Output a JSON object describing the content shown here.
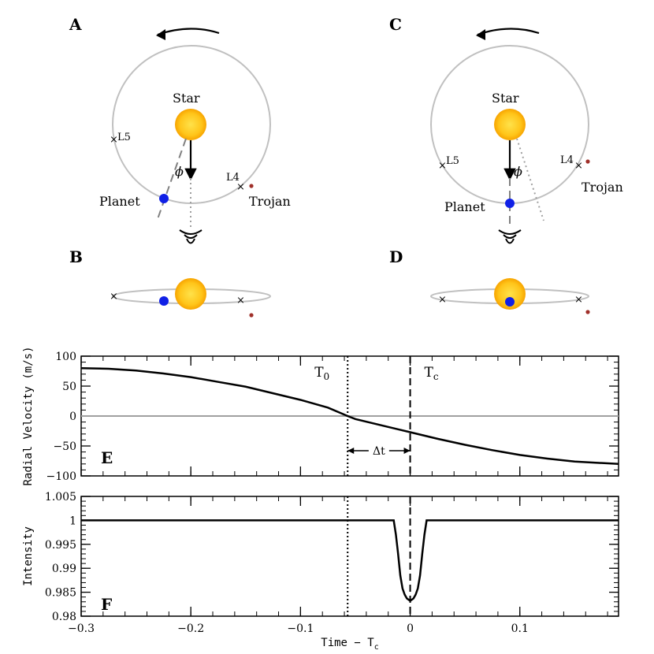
{
  "panels": {
    "A": {
      "letter": "A",
      "star_label": "Star",
      "planet_label": "Planet",
      "trojan_label": "Trojan",
      "l4_label": "L4",
      "l5_label": "L5",
      "phi_label": "ϕ"
    },
    "B": {
      "letter": "B"
    },
    "C": {
      "letter": "C",
      "star_label": "Star",
      "planet_label": "Planet",
      "trojan_label": "Trojan",
      "l4_label": "L4",
      "l5_label": "L5",
      "phi_label": "ϕ"
    },
    "D": {
      "letter": "D"
    }
  },
  "colors": {
    "star": "#f7b500",
    "star_center": "#ffe24a",
    "planet": "#1020e6",
    "trojan": "#a0302a",
    "orbit": "#c0c0c0"
  },
  "icons": [
    "eye-icon",
    "rotation-arrow-icon",
    "lagrange-cross-icon"
  ],
  "chart_data": [
    {
      "type": "line",
      "panel_letter": "E",
      "xlabel": "",
      "ylabel": "Radial Velocity (m/s)",
      "xlim": [
        -0.3,
        0.19
      ],
      "ylim": [
        -100,
        100
      ],
      "yticks": [
        "100",
        "50",
        "0",
        "−50",
        "−100"
      ],
      "ytick_values": [
        100,
        50,
        0,
        -50,
        -100
      ],
      "T0_label": "T",
      "T0_sub": "0",
      "Tc_label": "T",
      "Tc_sub": "c",
      "dt_label": "Δt",
      "T0_x": -0.057,
      "Tc_x": 0.0,
      "zero_line": 0,
      "series": [
        {
          "x": [
            -0.3,
            -0.275,
            -0.25,
            -0.225,
            -0.2,
            -0.175,
            -0.15,
            -0.125,
            -0.1,
            -0.075,
            -0.057,
            -0.05,
            -0.025,
            0.0,
            0.025,
            0.05,
            0.075,
            0.1,
            0.125,
            0.15,
            0.19
          ],
          "values": [
            80,
            79,
            76,
            71,
            65,
            57,
            49,
            38,
            27,
            14,
            0,
            -5,
            -16,
            -27,
            -38,
            -48,
            -57,
            -65,
            -71,
            -76,
            -80
          ]
        }
      ]
    },
    {
      "type": "line",
      "panel_letter": "F",
      "xlabel": "Time − T",
      "xlabel_sub": "c",
      "ylabel": "Intensity",
      "xlim": [
        -0.3,
        0.19
      ],
      "ylim": [
        0.98,
        1.005
      ],
      "yticks": [
        "1.005",
        "1",
        "0.995",
        "0.99",
        "0.985",
        "0.98"
      ],
      "ytick_values": [
        1.005,
        1.0,
        0.995,
        0.99,
        0.985,
        0.98
      ],
      "xticks": [
        "−0.3",
        "−0.2",
        "−0.1",
        "0",
        "0.1"
      ],
      "xtick_values": [
        -0.3,
        -0.2,
        -0.1,
        0,
        0.1
      ],
      "series": [
        {
          "x": [
            -0.3,
            -0.015,
            -0.013,
            -0.011,
            -0.009,
            -0.007,
            -0.005,
            -0.003,
            0.0,
            0.003,
            0.005,
            0.007,
            0.009,
            0.011,
            0.013,
            0.015,
            0.19
          ],
          "values": [
            1.0,
            1.0,
            0.997,
            0.993,
            0.9885,
            0.9858,
            0.9845,
            0.9837,
            0.9832,
            0.9837,
            0.9845,
            0.9858,
            0.9885,
            0.993,
            0.997,
            1.0,
            1.0
          ]
        }
      ]
    }
  ]
}
